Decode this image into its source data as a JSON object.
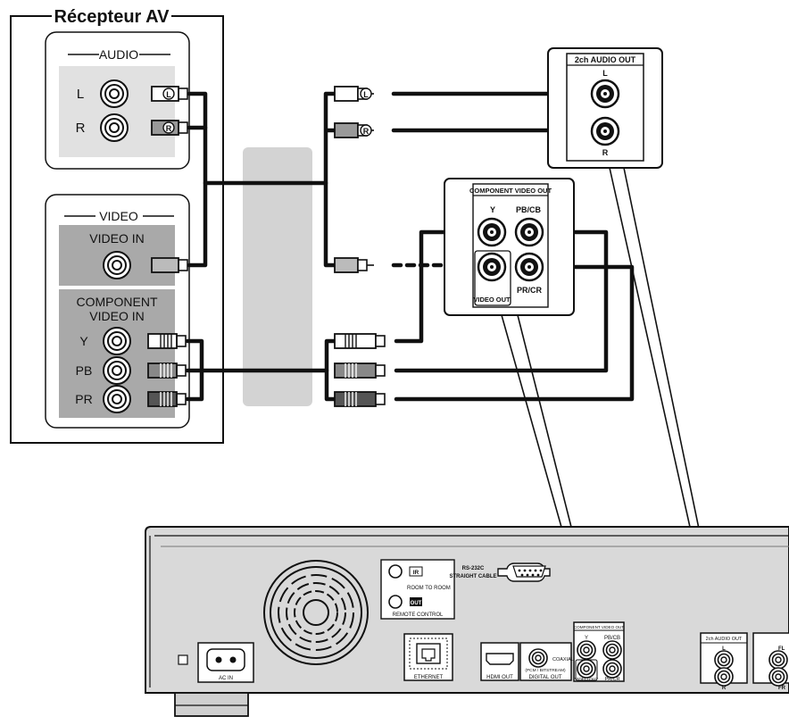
{
  "receiver": {
    "title": "Récepteur AV",
    "audio_group": "AUDIO",
    "audio_l": "L",
    "audio_r": "R",
    "video_group": "VIDEO",
    "video_in": "VIDEO IN",
    "component_in_line1": "COMPONENT",
    "component_in_line2": "VIDEO IN",
    "y": "Y",
    "pb": "PB",
    "pr": "PR"
  },
  "plugs": {
    "left": "L",
    "right": "R"
  },
  "audio_out_zoom": {
    "title": "2ch AUDIO OUT",
    "l": "L",
    "r": "R"
  },
  "component_out_zoom": {
    "title": "COMPONENT VIDEO OUT",
    "y": "Y",
    "pb_cb": "PB/CB",
    "pr_cr": "PR/CR",
    "video_out": "VIDEO OUT"
  },
  "player": {
    "ir": "IR",
    "room_to_room": "ROOM TO ROOM",
    "out": "OUT",
    "remote_control": "REMOTE CONTROL",
    "rs232c_line1": "RS-232C",
    "rs232c_line2": "STRAIGHT CABLE",
    "ac_in": "AC IN",
    "ethernet": "ETHERNET",
    "hdmi_out": "HDMI OUT",
    "coaxial": "COAXIAL",
    "pcm_bitstream": "(PCM / BITSTREAM)",
    "digital_out": "DIGITAL OUT",
    "component_video_out": "COMPONENT VIDEO OUT",
    "y": "Y",
    "pb_cb": "PB/CB",
    "pr_cr": "PR/CR",
    "video_out": "VIDEO OUT",
    "audio_out_2ch": "2ch AUDIO OUT",
    "l": "L",
    "r": "R",
    "fl": "FL",
    "fr": "FR"
  }
}
